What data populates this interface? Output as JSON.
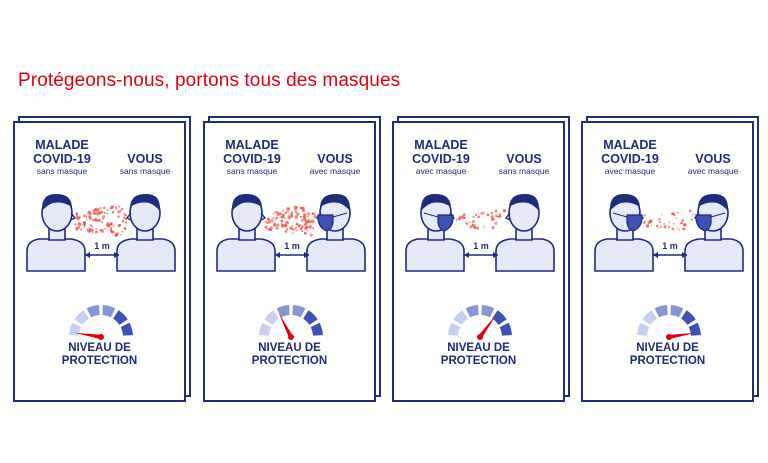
{
  "headline": "Protégeons-nous, portons tous des masques",
  "colors": {
    "navy": "#1e2c7c",
    "red": "#e1000f",
    "gauge_light": "#c7d0ef",
    "gauge_mid": "#8795d6",
    "gauge_dark": "#3d51b8"
  },
  "cards": [
    {
      "left": {
        "name1": "MALADE",
        "name2": "COVID-19",
        "sub": "sans masque"
      },
      "right": {
        "name": "VOUS",
        "sub": "sans masque"
      },
      "distance": "1 m",
      "protection_level": 0.05,
      "level_title": [
        "NIVEAU DE",
        "PROTECTION"
      ],
      "left_mask": false,
      "right_mask": false,
      "droplets": "many"
    },
    {
      "left": {
        "name1": "MALADE",
        "name2": "COVID-19",
        "sub": "sans masque"
      },
      "right": {
        "name": "VOUS",
        "sub": "avec masque"
      },
      "distance": "1 m",
      "protection_level": 0.35,
      "level_title": [
        "NIVEAU DE",
        "PROTECTION"
      ],
      "left_mask": false,
      "right_mask": true,
      "droplets": "many"
    },
    {
      "left": {
        "name1": "MALADE",
        "name2": "COVID-19",
        "sub": "avec masque"
      },
      "right": {
        "name": "VOUS",
        "sub": "sans masque"
      },
      "distance": "1 m",
      "protection_level": 0.7,
      "level_title": [
        "NIVEAU DE",
        "PROTECTION"
      ],
      "left_mask": true,
      "right_mask": false,
      "droplets": "few"
    },
    {
      "left": {
        "name1": "MALADE",
        "name2": "COVID-19",
        "sub": "avec masque"
      },
      "right": {
        "name": "VOUS",
        "sub": "avec masque"
      },
      "distance": "1 m",
      "protection_level": 0.95,
      "level_title": [
        "NIVEAU DE",
        "PROTECTION"
      ],
      "left_mask": true,
      "right_mask": true,
      "droplets": "few"
    }
  ]
}
